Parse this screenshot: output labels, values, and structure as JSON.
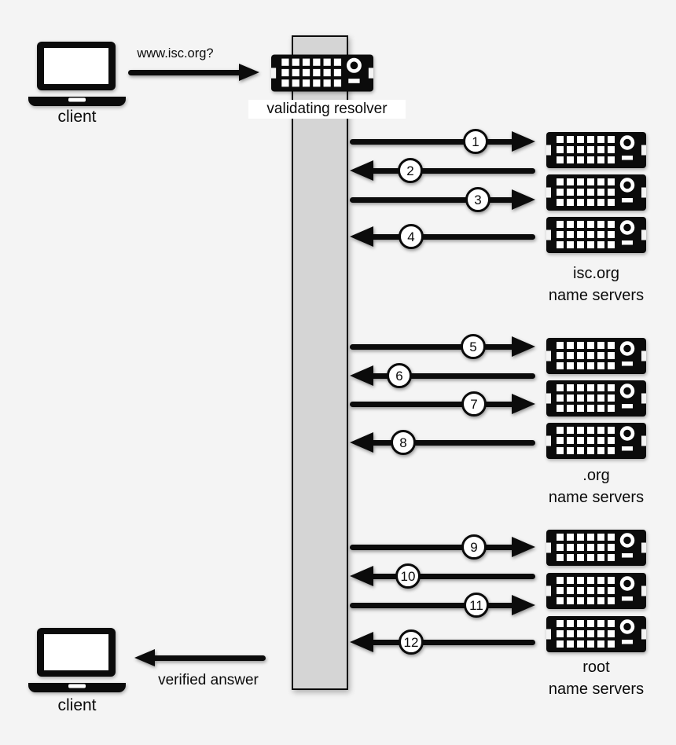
{
  "colors": {
    "background": "#f4f4f4",
    "bar_fill": "#d5d5d5",
    "ink": "#0b0b0b",
    "circle_fill": "#ffffff"
  },
  "client_top": {
    "label": "client"
  },
  "query": {
    "label": "www.isc.org?"
  },
  "resolver": {
    "label": "validating resolver"
  },
  "server_groups": [
    {
      "label_line1": "isc.org",
      "label_line2": "name servers"
    },
    {
      "label_line1": ".org",
      "label_line2": "name servers"
    },
    {
      "label_line1": "root",
      "label_line2": "name servers"
    }
  ],
  "messages": [
    {
      "num": "1",
      "direction": "right"
    },
    {
      "num": "2",
      "direction": "left"
    },
    {
      "num": "3",
      "direction": "right"
    },
    {
      "num": "4",
      "direction": "left"
    },
    {
      "num": "5",
      "direction": "right"
    },
    {
      "num": "6",
      "direction": "left"
    },
    {
      "num": "7",
      "direction": "right"
    },
    {
      "num": "8",
      "direction": "left"
    },
    {
      "num": "9",
      "direction": "right"
    },
    {
      "num": "10",
      "direction": "left"
    },
    {
      "num": "11",
      "direction": "right"
    },
    {
      "num": "12",
      "direction": "left"
    }
  ],
  "answer": {
    "label": "verified answer"
  },
  "client_bottom": {
    "label": "client"
  },
  "icons": {
    "client": "laptop-icon",
    "resolver": "server-icon",
    "name_server": "server-icon"
  }
}
